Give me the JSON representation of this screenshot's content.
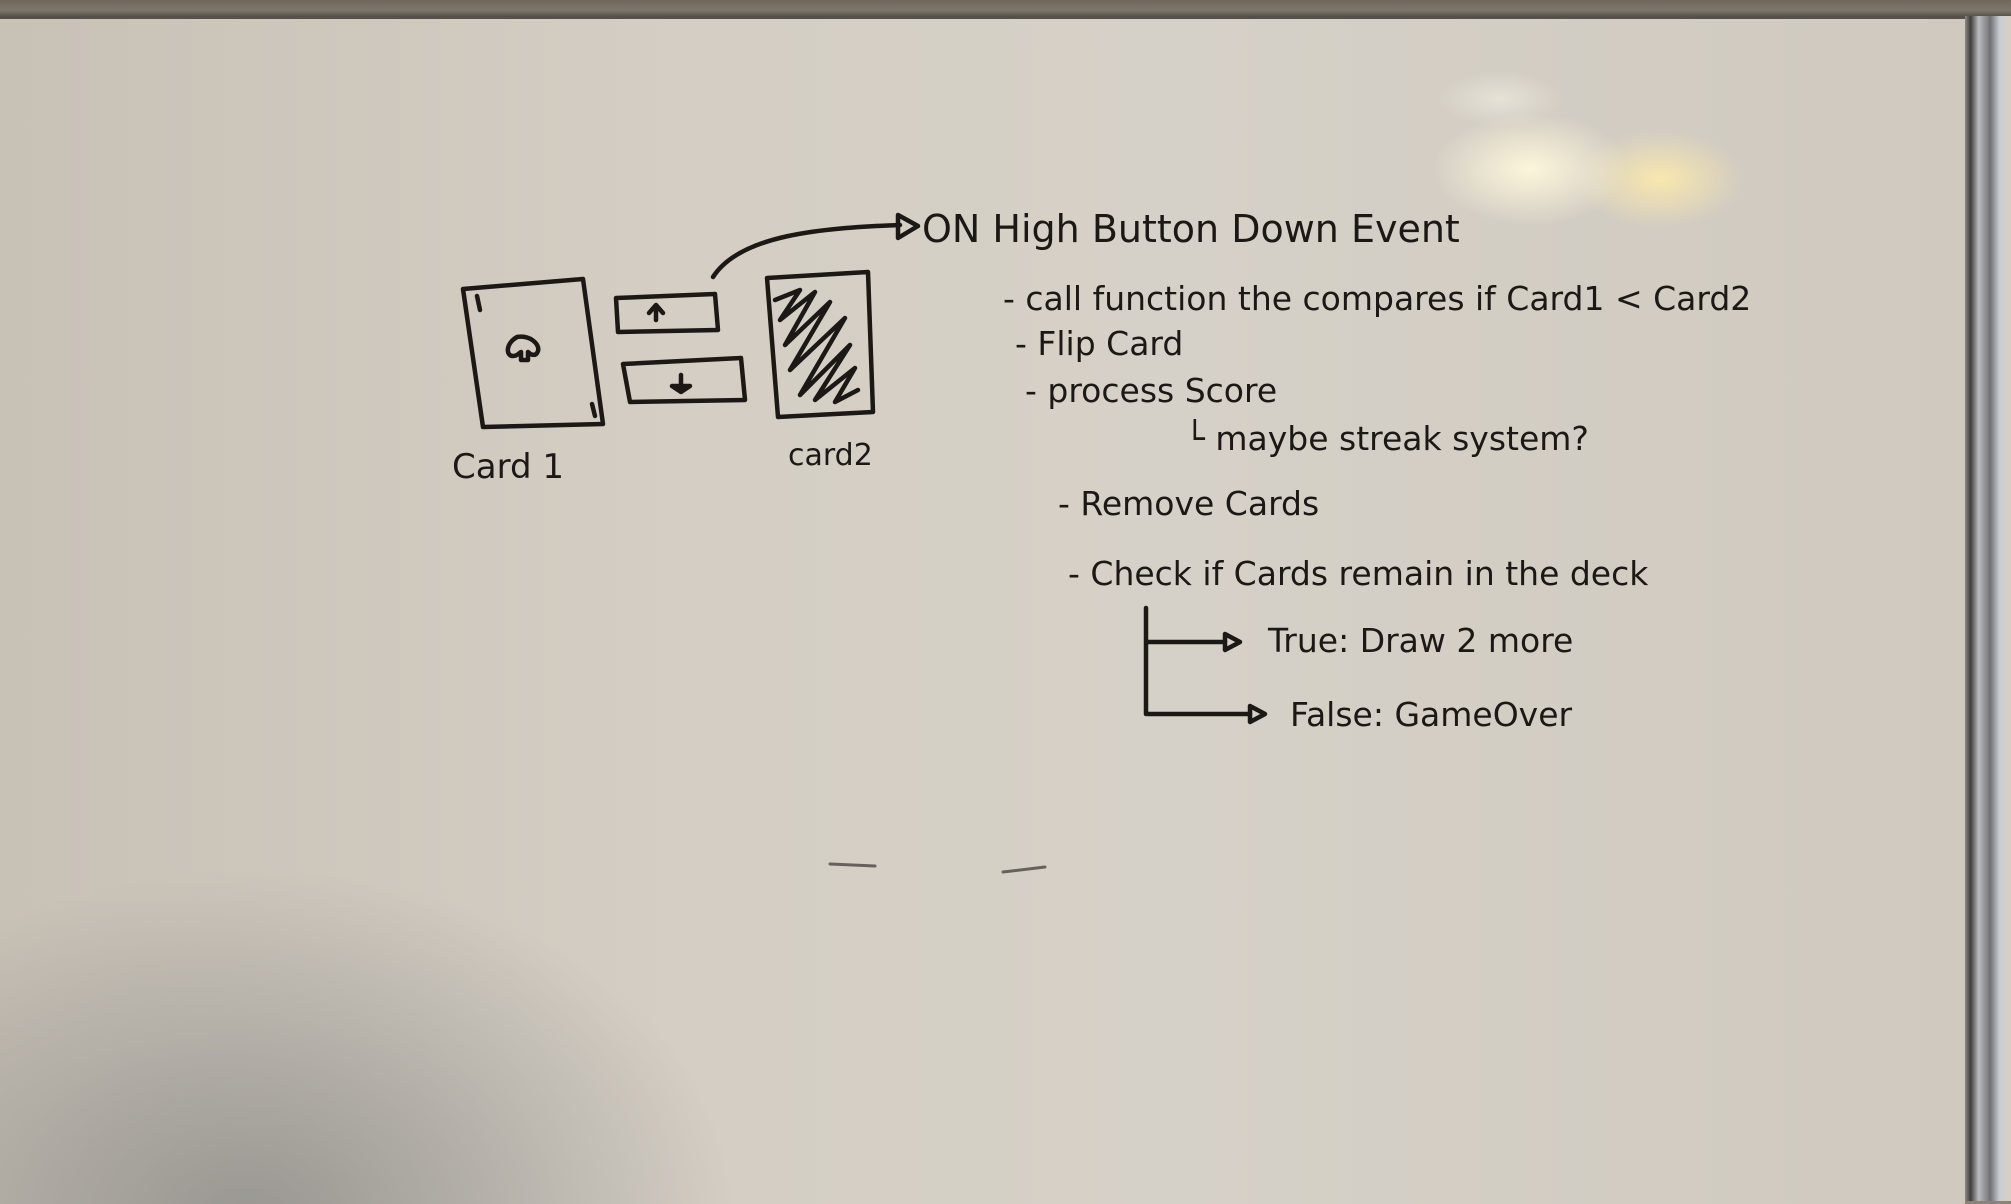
{
  "scene": {
    "type": "whiteboard-photo",
    "colors": {
      "board": "#d4cec4",
      "ink": "#1c1815",
      "frame": "#8e8a84",
      "glare": "#fff4d6"
    }
  },
  "sketch": {
    "card1": {
      "label": "Card 1",
      "suit_icon": "spade-icon",
      "state": "face-up"
    },
    "card2": {
      "label": "card2",
      "state": "face-down (hatched)"
    },
    "buttons": [
      {
        "name": "higher-button",
        "icon": "arrow-up-icon",
        "glyph": "↑"
      },
      {
        "name": "lower-button",
        "icon": "arrow-down-icon",
        "glyph": "↓"
      }
    ]
  },
  "notes": {
    "heading": "ON High Button Down Event",
    "steps": [
      "- call function the compares if Card1 < Card2",
      "- Flip Card",
      "- process Score",
      "└ maybe streak system?",
      "- Remove Cards",
      "- Check if Cards remain in the deck"
    ],
    "branches": [
      {
        "label": "True: Draw 2 more"
      },
      {
        "label": "False: GameOver"
      }
    ]
  }
}
